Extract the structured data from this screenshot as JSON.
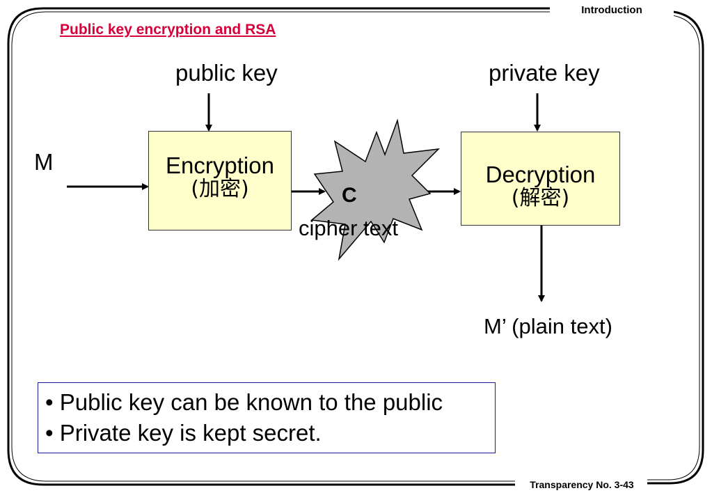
{
  "header": {
    "section_label": "Introduction"
  },
  "slide": {
    "title": "Public key encryption and RSA",
    "footer": "Transparency No. 3-43"
  },
  "diagram": {
    "public_key_label": "public key",
    "private_key_label": "private key",
    "input_label": "M",
    "encryption_box": {
      "label": "Encryption",
      "sublabel": "(加密)"
    },
    "decryption_box": {
      "label": "Decryption",
      "sublabel": "(解密)"
    },
    "ciphertext_symbol": "C",
    "ciphertext_label": "cipher text",
    "output_label": "M’ (plain text)"
  },
  "notes": {
    "bullets": [
      "• Public key can be known to the public",
      "• Private key is kept secret."
    ]
  },
  "colors": {
    "title": "#d7003a",
    "box_fill": "#ffffcc",
    "burst_fill": "#b3b3b3",
    "note_border": "#1a1aa0"
  }
}
